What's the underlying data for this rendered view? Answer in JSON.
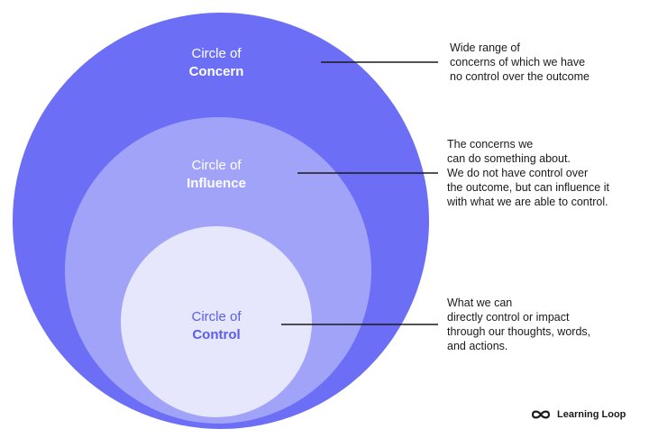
{
  "colors": {
    "concern": "#6c6ff5",
    "influence": "#a0a3f7",
    "control": "#e6e6fc",
    "connector": "#1a1a1a",
    "control_text": "#5a5ee8"
  },
  "circles": {
    "concern": {
      "line1": "Circle of",
      "line2": "Concern"
    },
    "influence": {
      "line1": "Circle of",
      "line2": "Influence"
    },
    "control": {
      "line1": "Circle of",
      "line2": "Control"
    }
  },
  "annotations": {
    "concern": [
      "Wide range of",
      "concerns of which we have",
      "no control over the outcome"
    ],
    "influence": [
      "The concerns we",
      "can do something about.",
      "We do not have control over",
      "the outcome, but can influence it",
      "with what we are able to control."
    ],
    "control": [
      "What we can",
      "directly control or impact",
      "through our thoughts, words,",
      "and actions."
    ]
  },
  "brand": {
    "name": "Learning Loop",
    "icon": "infinity-icon"
  }
}
